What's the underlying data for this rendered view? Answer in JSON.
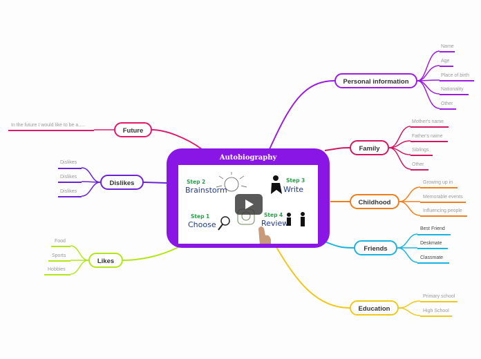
{
  "central": {
    "title": "Autobiography",
    "steps": [
      {
        "step": "Step 2",
        "word": "Brainstorm"
      },
      {
        "step": "Step 3",
        "word": "Write"
      },
      {
        "step": "Step 1",
        "word": "Choose"
      },
      {
        "step": "Step 4",
        "word": "Review"
      }
    ]
  },
  "branches": {
    "personal": {
      "label": "Personal information",
      "color": "#9b1be0",
      "items": [
        "Name",
        "Age",
        "Place of birth",
        "Nationality",
        "Other"
      ]
    },
    "family": {
      "label": "Family",
      "color": "#d0175f",
      "items": [
        "Mother's name",
        "Father's name",
        "Siblings",
        "Other"
      ]
    },
    "childhood": {
      "label": "Childhood",
      "color": "#f07d1a",
      "items": [
        "Growing up in",
        "Memorable events",
        "Influencing people"
      ]
    },
    "friends": {
      "label": "Friends",
      "color": "#19b3e0",
      "items": [
        "Best Friend",
        "Deskmate",
        "Classmate"
      ]
    },
    "education": {
      "label": "Education",
      "color": "#f0c81a",
      "items": [
        "Primary school",
        "High School"
      ]
    },
    "future": {
      "label": "Future",
      "color": "#e0186b",
      "items": [
        "In the future I would like to be a....."
      ]
    },
    "dislikes": {
      "label": "Dislikes",
      "color": "#6b22d6",
      "items": [
        "Dislikes",
        "Dislikes",
        "Dislikes"
      ]
    },
    "likes": {
      "label": "Likes",
      "color": "#b3e619",
      "items": [
        "Food",
        "Sports",
        "Hobbies"
      ]
    }
  }
}
